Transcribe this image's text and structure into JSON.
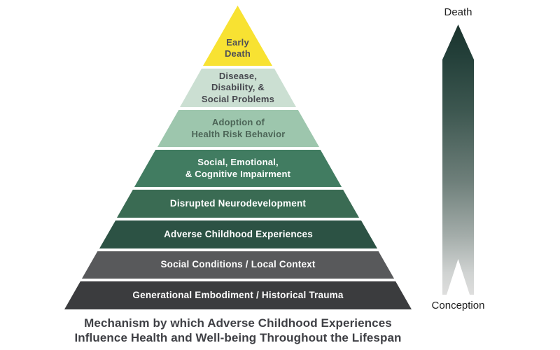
{
  "pyramid": {
    "levels": [
      {
        "id": "early-death",
        "label": "Early\nDeath",
        "color": "#F8E232",
        "label_color": "#4D4E56"
      },
      {
        "id": "disease-disability-social-problems",
        "label": "Disease,\nDisability, &\nSocial Problems",
        "color": "#CBDFD2",
        "label_color": "#47484F"
      },
      {
        "id": "adoption-health-risk-behavior",
        "label": "Adoption of\nHealth Risk Behavior",
        "color": "#9DC6AD",
        "label_color": "#4C6557"
      },
      {
        "id": "social-emotional-cognitive-impairment",
        "label": "Social, Emotional,\n& Cognitive Impairment",
        "color": "#417C61",
        "label_color": "#FFFFFF"
      },
      {
        "id": "disrupted-neurodevelopment",
        "label": "Disrupted Neurodevelopment",
        "color": "#3A6B53",
        "label_color": "#FFFFFF"
      },
      {
        "id": "adverse-childhood-experiences",
        "label": "Adverse Childhood Experiences",
        "color": "#2C5244",
        "label_color": "#FFFFFF"
      },
      {
        "id": "social-conditions-local-context",
        "label": "Social Conditions / Local Context",
        "color": "#58595B",
        "label_color": "#FFFFFF"
      },
      {
        "id": "generational-embodiment-historical-trauma",
        "label": "Generational Embodiment / Historical Trauma",
        "color": "#3B3C3E",
        "label_color": "#FFFFFF"
      }
    ]
  },
  "arrow": {
    "top_label": "Death",
    "bottom_label": "Conception",
    "gradient_stops": [
      "#1B332D 0%",
      "#24403A 12%",
      "#3D5750 32%",
      "#6E7F7A 58%",
      "#A3ACA9 78%",
      "#D0D3D2 92%",
      "#DEDEDD 100%"
    ]
  },
  "caption": {
    "text": "Mechanism by which Adverse Childhood Experiences\nInfluence Health and Well-being Throughout the Lifespan"
  }
}
